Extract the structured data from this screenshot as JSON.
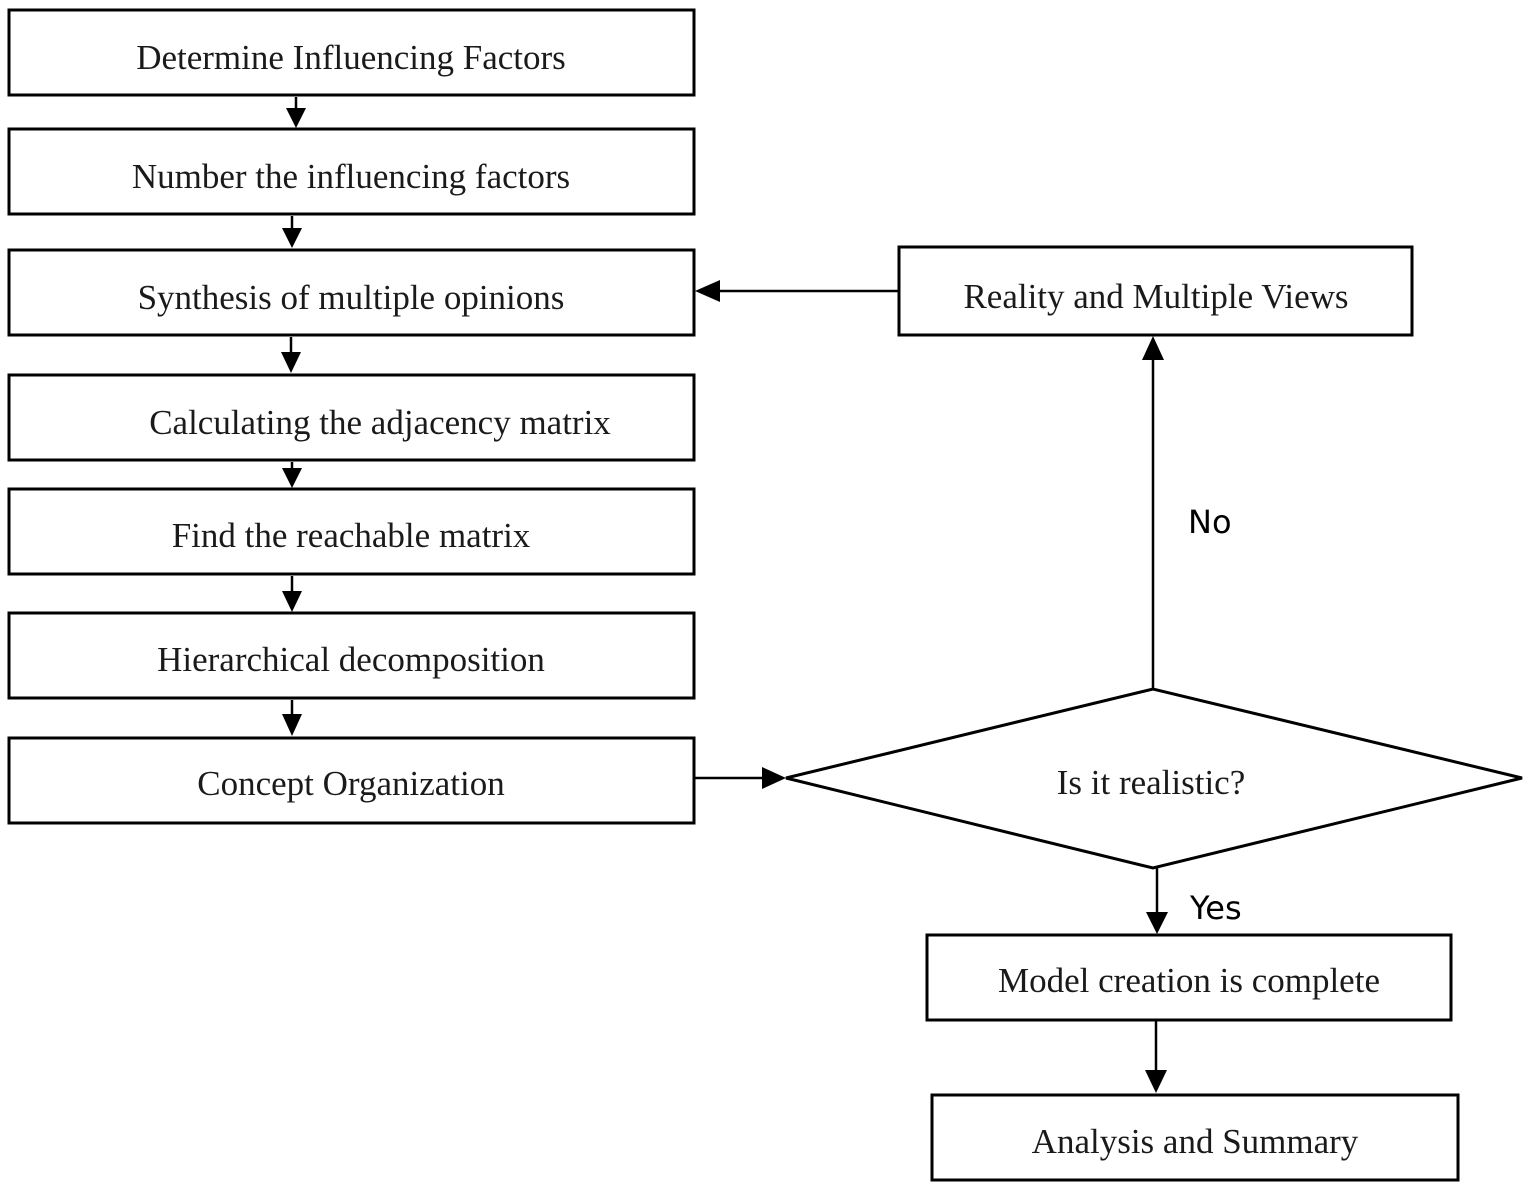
{
  "nodes": {
    "determine_factors": "Determine Influencing Factors",
    "number_factors": "Number the influencing factors",
    "synthesis_opinions": "Synthesis of multiple opinions",
    "adjacency_matrix": "Calculating the adjacency matrix",
    "reachable_matrix": "Find the reachable matrix",
    "hierarchical_decomposition": "Hierarchical decomposition",
    "concept_organization": "Concept Organization",
    "reality_views": "Reality and Multiple Views",
    "decision": "Is it realistic?",
    "model_complete": "Model creation is complete",
    "analysis_summary": "Analysis and Summary"
  },
  "edge_labels": {
    "no": "No",
    "yes": "Yes"
  }
}
